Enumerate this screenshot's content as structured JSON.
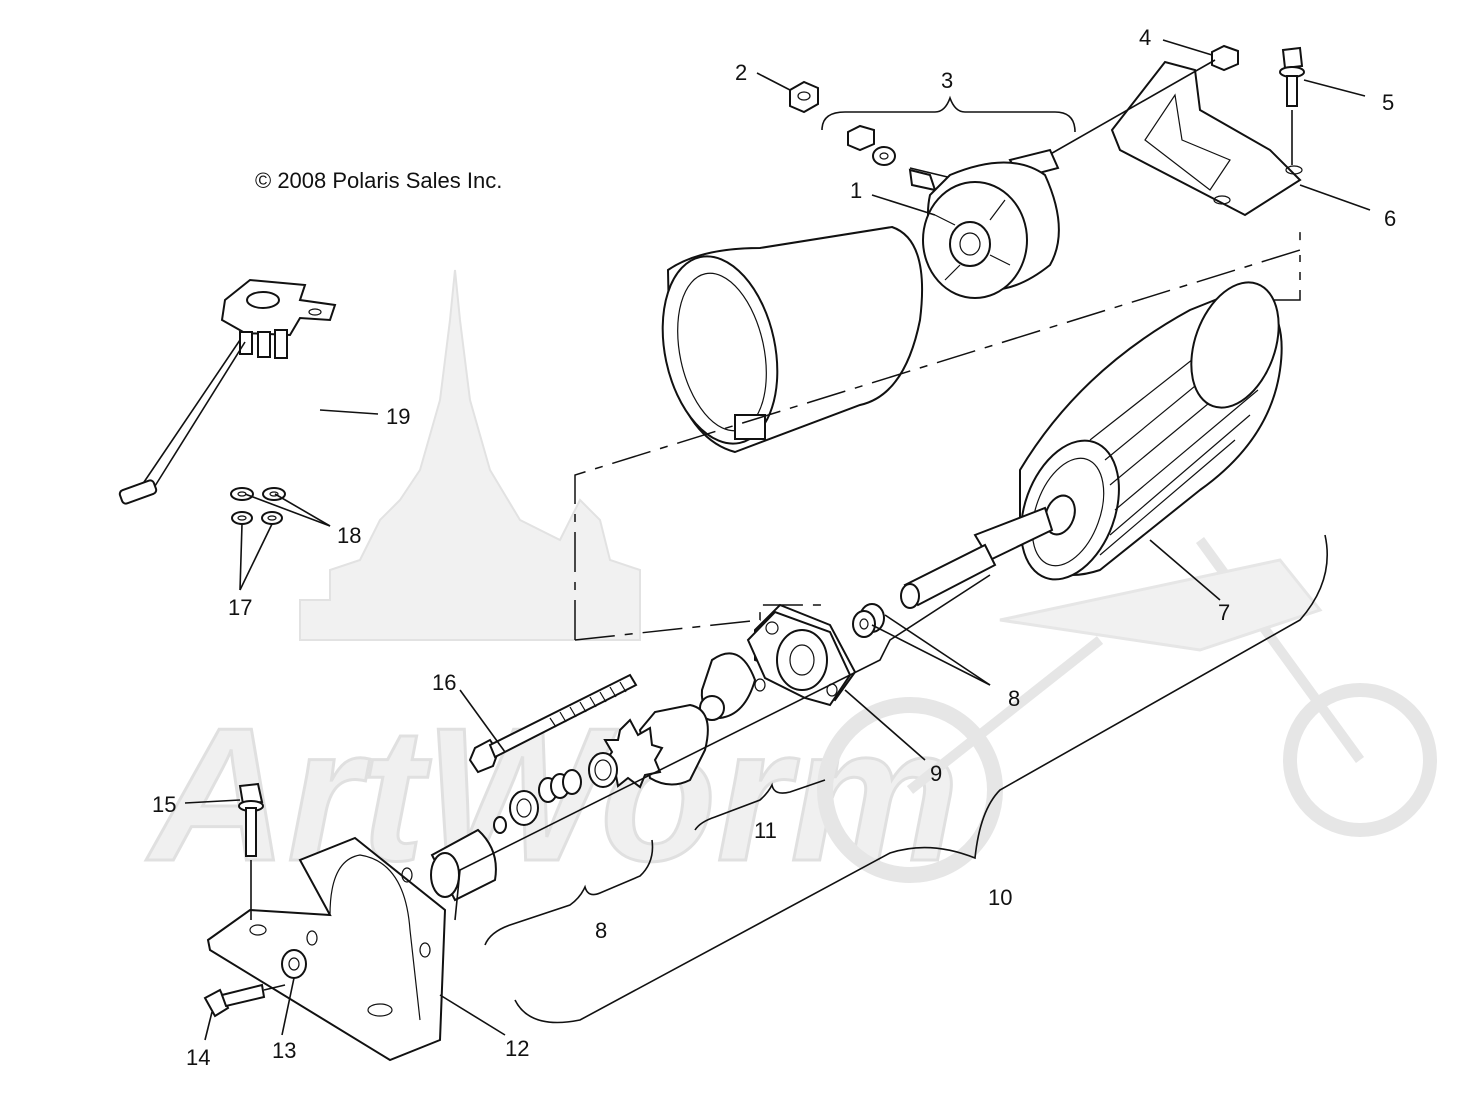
{
  "copyright": "© 2008 Polaris Sales Inc.",
  "watermark": "ArtWorm",
  "callouts": {
    "c1": "1",
    "c2": "2",
    "c3": "3",
    "c4": "4",
    "c5": "5",
    "c6": "6",
    "c7": "7",
    "c8a": "8",
    "c8b": "8",
    "c9": "9",
    "c10": "10",
    "c11": "11",
    "c12": "12",
    "c13": "13",
    "c14": "14",
    "c15": "15",
    "c16": "16",
    "c17": "17",
    "c18": "18",
    "c19": "19"
  }
}
